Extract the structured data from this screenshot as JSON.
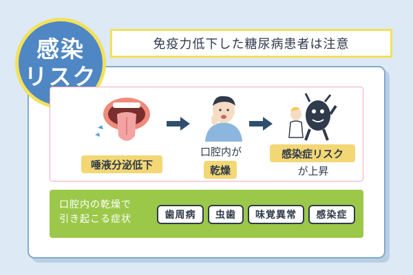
{
  "badge": {
    "line1": "感染",
    "line2": "リスク"
  },
  "subtitle": "免疫力低下した糖尿病患者は注意",
  "flow": {
    "step1": {
      "highlight": "唾液分泌低下"
    },
    "step2": {
      "text": "口腔内が",
      "highlight": "乾燥"
    },
    "step3": {
      "highlight": "感染症リスク",
      "text": "が上昇"
    }
  },
  "symptoms": {
    "label_line1": "口腔内の乾燥で",
    "label_line2": "引き起こる症状",
    "tags": [
      "歯周病",
      "虫歯",
      "味覚異常",
      "感染症"
    ]
  },
  "colors": {
    "badge_blue": "#4f86c4",
    "accent_yellow": "#f2e15a",
    "highlight_yellow": "#f3d774",
    "green": "#9cc84a",
    "pink_border": "#f2a9c2",
    "arrow": "#2f4f6f"
  }
}
